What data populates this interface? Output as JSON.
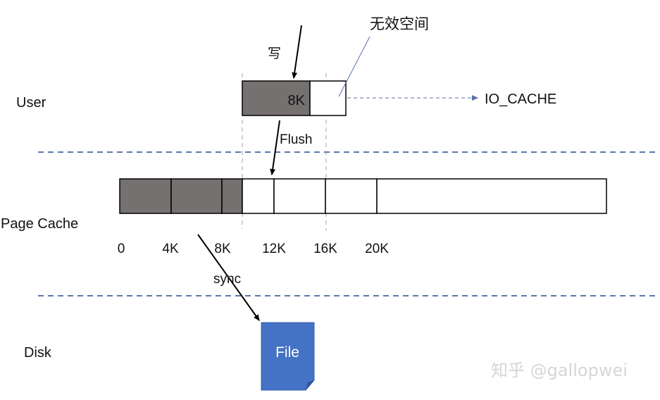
{
  "layers": {
    "user": "User",
    "page_cache": "Page Cache",
    "disk": "Disk"
  },
  "labels": {
    "write": "写",
    "invalid_space": "无效空间",
    "buffer_size": "8K",
    "io_cache": "IO_CACHE",
    "flush": "Flush",
    "sync": "sync",
    "file": "File"
  },
  "offsets": [
    "0",
    "4K",
    "8K",
    "12K",
    "16K",
    "20K"
  ],
  "watermark": "知乎 @gallopwei",
  "colors": {
    "filled_block": "#767171",
    "separator": "#5b77a8",
    "guide": "#a6a6a6",
    "file": "#4472c4",
    "arrow": "#000000",
    "pointer_line": "#5b6fa8"
  }
}
